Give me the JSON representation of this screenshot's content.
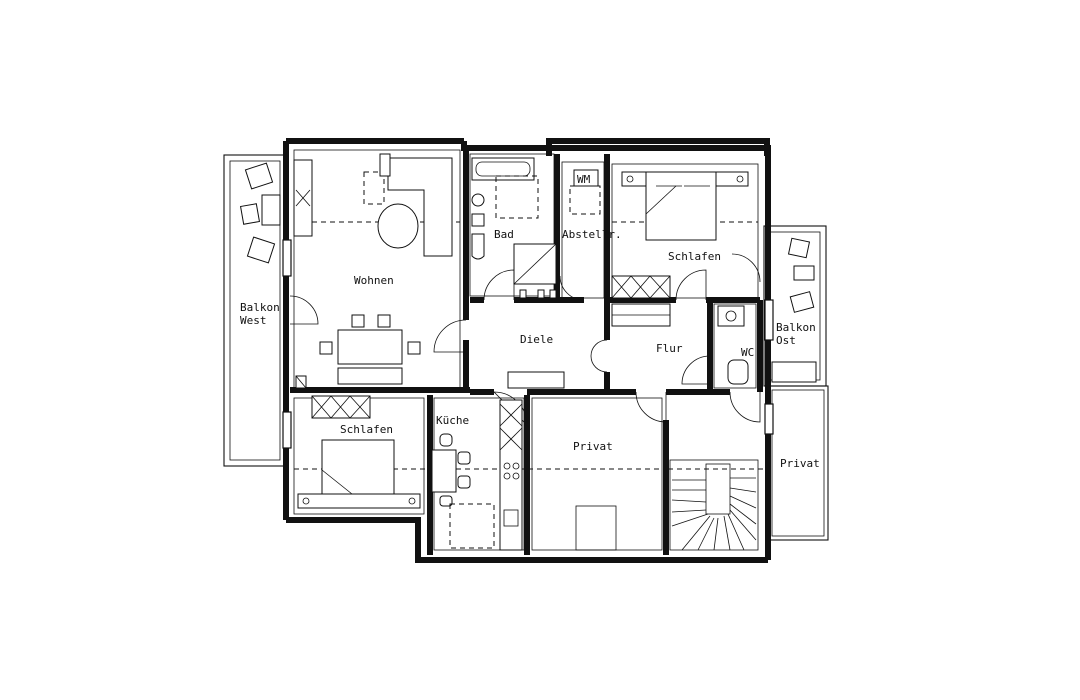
{
  "rooms": {
    "wohnen": "Wohnen",
    "bad": "Bad",
    "abstellr": "Abstellr.",
    "schlafen_ne": "Schlafen",
    "balkon_west_1": "Balkon",
    "balkon_west_2": "West",
    "diele": "Diele",
    "flur": "Flur",
    "wc": "WC",
    "balkon_ost_1": "Balkon",
    "balkon_ost_2": "Ost",
    "schlafen_sw": "Schlafen",
    "kueche": "Küche",
    "privat_center": "Privat",
    "privat_east": "Privat"
  },
  "labels": {
    "wm": "WM"
  },
  "colors": {
    "line": "#111111",
    "background": "#ffffff"
  }
}
